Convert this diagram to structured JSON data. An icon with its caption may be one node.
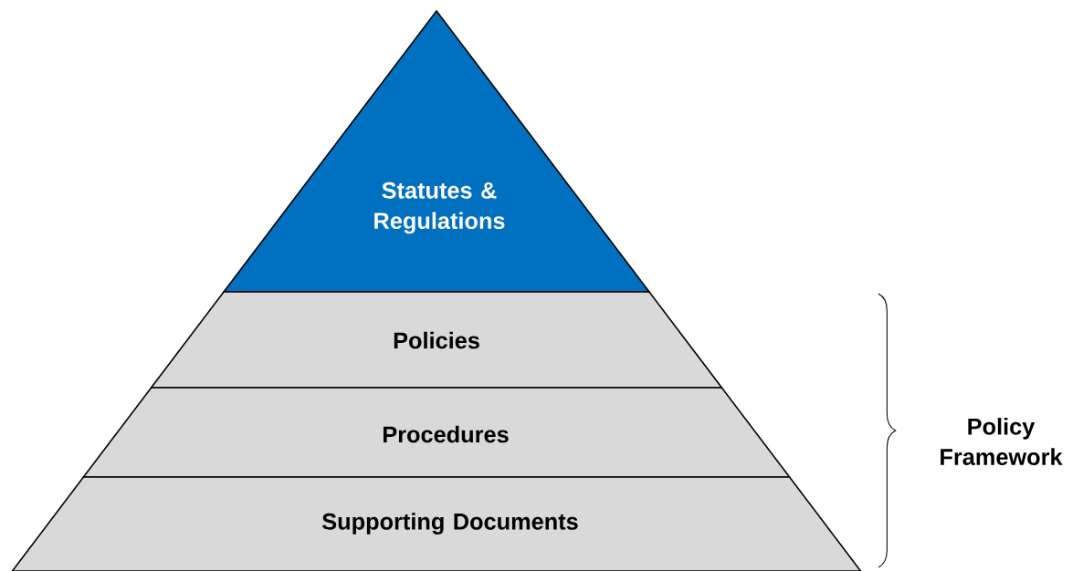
{
  "diagram": {
    "nodes": [
      {
        "text": [
          "Statutes & Regulations"
        ]
      },
      {
        "text": [
          "Policies"
        ]
      },
      {
        "text": [
          "Procedures"
        ]
      },
      {
        "text": [
          "Supporting Documents"
        ]
      }
    ],
    "labels": [
      "Policy Framework"
    ]
  }
}
